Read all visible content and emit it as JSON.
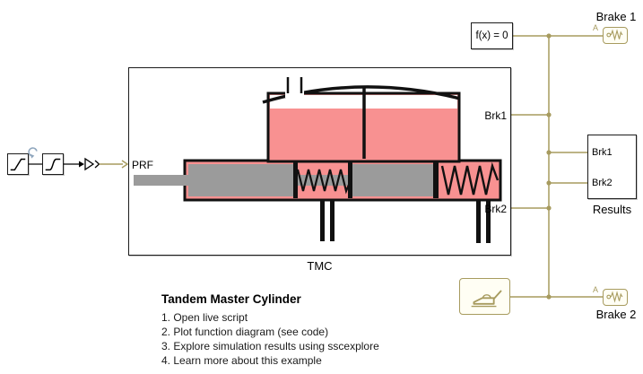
{
  "tmc": {
    "label": "TMC",
    "port_prf": "PRF",
    "port_brk1": "Brk1",
    "port_brk2": "Brk2"
  },
  "solver": {
    "label": "f(x) = 0"
  },
  "brake1": {
    "label": "Brake 1",
    "port": "A"
  },
  "brake2": {
    "label": "Brake 2",
    "port": "A"
  },
  "results": {
    "label": "Results",
    "port_brk1": "Brk1",
    "port_brk2": "Brk2"
  },
  "description": {
    "title": "Tandem Master Cylinder",
    "items": [
      "1. Open live script",
      "2. Plot function diagram (see code)",
      "3. Explore simulation results using sscexplore",
      "4. Learn more about this example"
    ]
  },
  "icons": {
    "source1": "ramp-signal-icon",
    "source2": "saturation-curve-icon",
    "badge": "repeat-arrow-icon",
    "converter": "simulink-ps-converter-icon",
    "brake": "brake-coil-icon",
    "oil": "oil-can-icon"
  },
  "colors": {
    "physical_line": "#A79B5F",
    "fluid_pink": "#F89191",
    "piston_gray": "#9B9B9B",
    "block_border": "#1C1C1C",
    "background": "#FFFFFF"
  }
}
